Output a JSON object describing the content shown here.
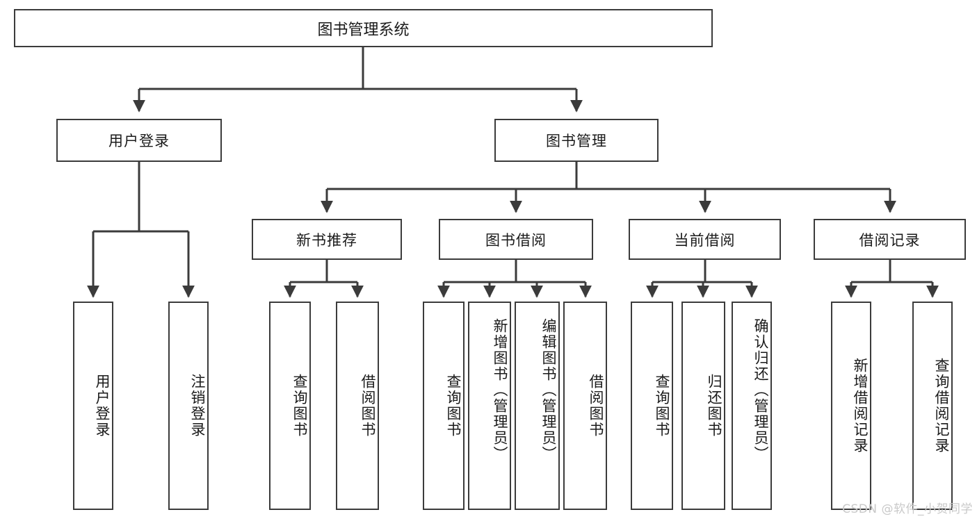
{
  "diagram": {
    "type": "tree",
    "title": "图书管理系统",
    "watermark": "CSDN @软件_小贺同学",
    "colors": {
      "stroke": "#3b3b3b",
      "text": "#1a1a1a",
      "background": "#ffffff",
      "watermark": "#c9c9c9"
    },
    "root": {
      "label": "图书管理系统"
    },
    "level2": [
      {
        "label": "用户登录"
      },
      {
        "label": "图书管理"
      }
    ],
    "level3": [
      {
        "label": "新书推荐"
      },
      {
        "label": "图书借阅"
      },
      {
        "label": "当前借阅"
      },
      {
        "label": "借阅记录"
      }
    ],
    "leaves": {
      "user_login": [
        "用户登录",
        "注销登录"
      ],
      "new_book": [
        "查询图书",
        "借阅图书"
      ],
      "book_borrow": [
        "查询图书",
        "新增图书（管理员）",
        "编辑图书（管理员）",
        "借阅图书"
      ],
      "current_borrow": [
        "查询图书",
        "归还图书",
        "确认归还（管理员）"
      ],
      "borrow_record": [
        "新增借阅记录",
        "查询借阅记录"
      ]
    }
  }
}
